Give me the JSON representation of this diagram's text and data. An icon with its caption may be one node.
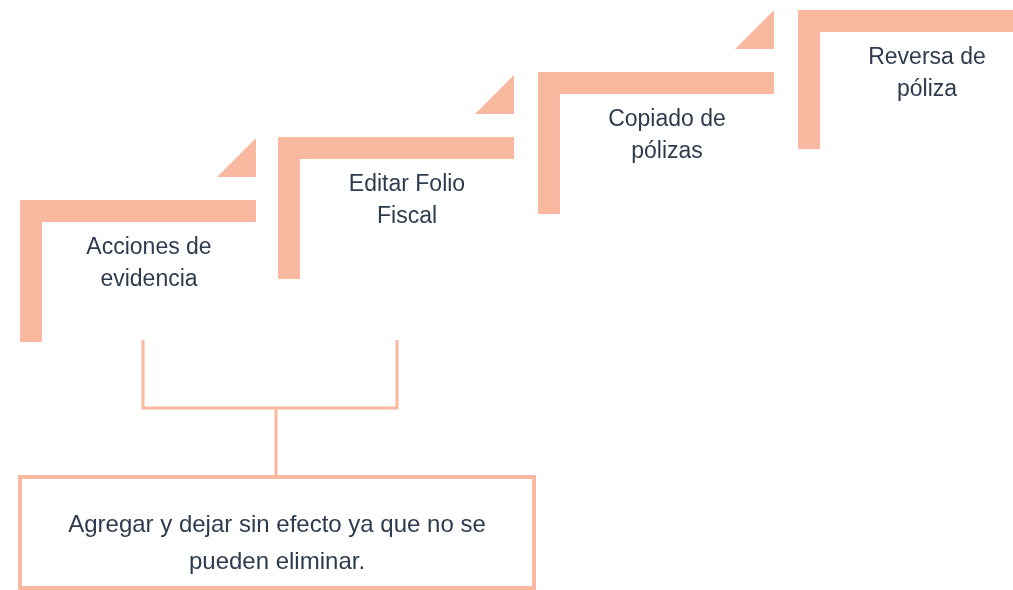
{
  "diagram": {
    "nodes": [
      {
        "text": [
          "Acciones de evidencia"
        ]
      },
      {
        "text": [
          "Editar Folio Fiscal"
        ]
      },
      {
        "text": [
          "Copiado de pólizas"
        ]
      },
      {
        "text": [
          "Reversa de póliza"
        ]
      },
      {
        "text": [
          "Agregar y dejar sin efecto ya que no se pueden eliminar."
        ]
      }
    ]
  }
}
